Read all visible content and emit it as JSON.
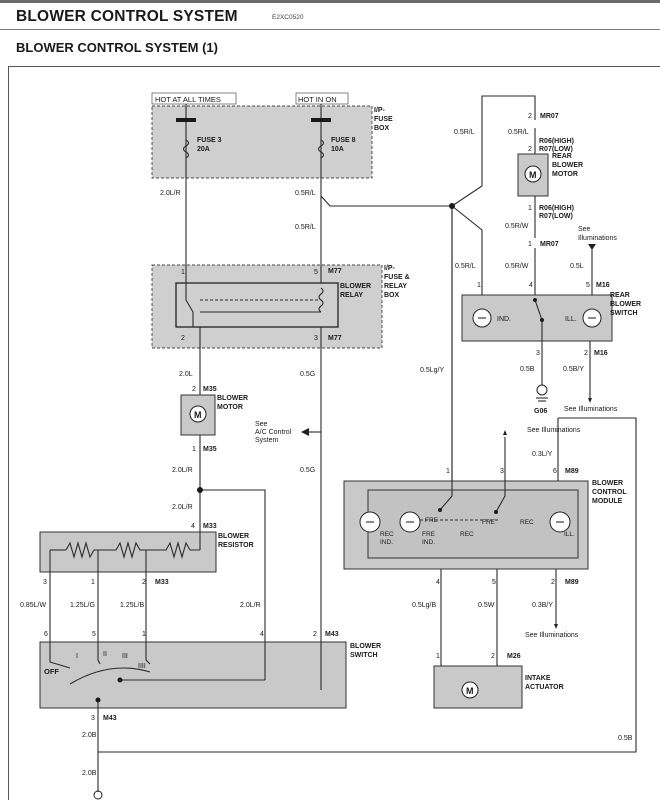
{
  "header": {
    "title": "BLOWER CONTROL SYSTEM",
    "code": "E2XC0520",
    "subtitle": "BLOWER CONTROL SYSTEM (1)"
  },
  "power": {
    "hot_at_all_times": "HOT AT ALL TIMES",
    "hot_in_on": "HOT IN ON",
    "ip_fuse_box": [
      "I/P-",
      "FUSE",
      "BOX"
    ],
    "fuse3": [
      "FUSE 3",
      "20A"
    ],
    "fuse8": [
      "FUSE 8",
      "10A"
    ]
  },
  "relay_box": {
    "label": [
      "I/P-",
      "FUSE &",
      "RELAY",
      "BOX"
    ],
    "relay": [
      "BLOWER",
      "RELAY"
    ],
    "conn_top": "M77",
    "conn_bottom": "M77"
  },
  "motor": {
    "label": [
      "BLOWER",
      "MOTOR"
    ],
    "conn_top": "M35",
    "conn_bottom": "M35",
    "symbol": "M"
  },
  "ac_ref": [
    "See",
    "A/C Control",
    "System"
  ],
  "resistor": {
    "label": [
      "BLOWER",
      "RESISTOR"
    ],
    "conn": "M33",
    "conn_bottom": "M33"
  },
  "switch": {
    "label": [
      "BLOWER",
      "SWITCH"
    ],
    "conn": "M43",
    "conn_bottom": "M43",
    "positions": [
      "OFF",
      "I",
      "II",
      "III",
      "IIII"
    ]
  },
  "rear": {
    "mr07_top": "MR07",
    "mr07_bottom": "MR07",
    "r06_top": [
      "R06(HIGH)",
      "R07(LOW)"
    ],
    "r06_bottom": [
      "R06(HIGH)",
      "R07(LOW)"
    ],
    "motor_label": [
      "REAR",
      "BLOWER",
      "MOTOR"
    ],
    "switch_label": [
      "REAR",
      "BLOWER",
      "SWITCH"
    ],
    "switch_conn": "M16",
    "switch_conn_bottom": "M16",
    "ind": "IND.",
    "ill": "ILL.",
    "see_ill": [
      "See",
      "Illuminations"
    ],
    "g06": "G06",
    "see_ill_2": "See Illuminations"
  },
  "module": {
    "see_ill_top": "See Illuminations",
    "label": [
      "BLOWER",
      "CONTROL",
      "MODULE"
    ],
    "conn": "M89",
    "conn_bottom": "M89",
    "inner": [
      "REC",
      "IND.",
      "FRE",
      "IND.",
      "FRE",
      "REC",
      "FRE",
      "REC",
      "ILL."
    ],
    "see_ill_bottom": "See Illuminations"
  },
  "intake": {
    "label": [
      "INTAKE",
      "ACTUATOR"
    ],
    "conn": "M26"
  },
  "wires": {
    "w_20lr_a": "2.0L/R",
    "w_05rl_a": "0.5R/L",
    "w_05rl_b": "0.5R/L",
    "w_05rl_c": "0.5R/L",
    "w_05rl_d": "0.5R/L",
    "w_05rl_e": "0.5R/L",
    "w_05rw_a": "0.5R/W",
    "w_05rw_b": "0.5R/W",
    "w_05l": "0.5L",
    "w_20l": "2.0L",
    "w_05g_a": "0.5G",
    "w_05g_b": "0.5G",
    "w_05lgy": "0.5Lg/Y",
    "w_05b_rear": "0.5B",
    "w_05by": "0.5B/Y",
    "w_03ly": "0.3L/Y",
    "w_20lr_b": "2.0L/R",
    "w_20lr_c": "2.0L/R",
    "w_20lr_d": "2.0L/R",
    "w_085lw": "0.85L/W",
    "w_125lg": "1.25L/G",
    "w_125lb": "1.25L/B",
    "w_05lgb": "0.5Lg/B",
    "w_05w": "0.5W",
    "w_03by": "0.3B/Y",
    "w_20b_a": "2.0B",
    "w_20b_b": "2.0B",
    "w_05b_right": "0.5B"
  },
  "pins": {
    "p2_mr07": "2",
    "p1_mr07": "1",
    "p2_r06": "2",
    "p1_r06": "1",
    "p1_m77": "1",
    "p5_m77": "5",
    "p2_m77": "2",
    "p3_m77": "3",
    "p2_m35": "2",
    "p1_m35": "1",
    "p4_m33": "4",
    "p3_m33": "3",
    "p1_m33": "1",
    "p2_m33": "2",
    "p6_m43": "6",
    "p5_m43": "5",
    "p1_m43": "1",
    "p4_m43": "4",
    "p2_m43": "2",
    "p3_m43": "3",
    "p1_m16": "1",
    "p4_m16": "4",
    "p5_m16": "5",
    "p3_m16": "3",
    "p2_m16": "2",
    "p1_m89": "1",
    "p3_m89": "3",
    "p6_m89": "6",
    "p4_m89": "4",
    "p5_m89": "5",
    "p2_m89": "2",
    "p1_m26": "1",
    "p2_m26": "2"
  }
}
